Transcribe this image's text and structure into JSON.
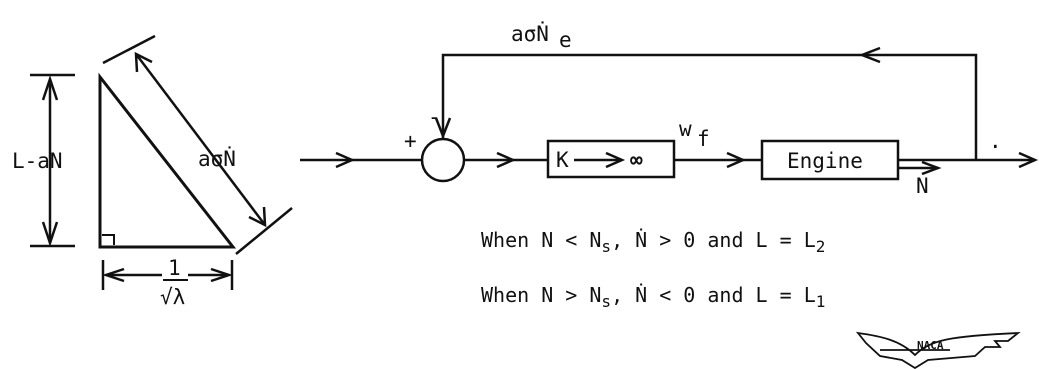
{
  "triangle": {
    "height_label": "L-aN",
    "hypotenuse_label": "aσṄ",
    "base_numerator": "1",
    "base_denominator": "√λ"
  },
  "block_diagram": {
    "feedback_label": "aσṄ",
    "feedback_subscript": "e",
    "plus_sign": "+",
    "minus_sign": "-",
    "gain_block": {
      "prefix": "K",
      "suffix": "∞"
    },
    "fuel_flow_label": "w",
    "fuel_flow_subscript": "f",
    "engine_block_label": "Engine",
    "output_label": "N",
    "output_dot": "."
  },
  "conditions": [
    {
      "text": "When N < N",
      "sub1": "s",
      "mid": ", Ṅ > 0 and L = L",
      "sub2": "2"
    },
    {
      "text": "When N > N",
      "sub1": "s",
      "mid": ", Ṅ < 0 and L = L",
      "sub2": "1"
    }
  ],
  "logo": {
    "text": "NACA"
  }
}
